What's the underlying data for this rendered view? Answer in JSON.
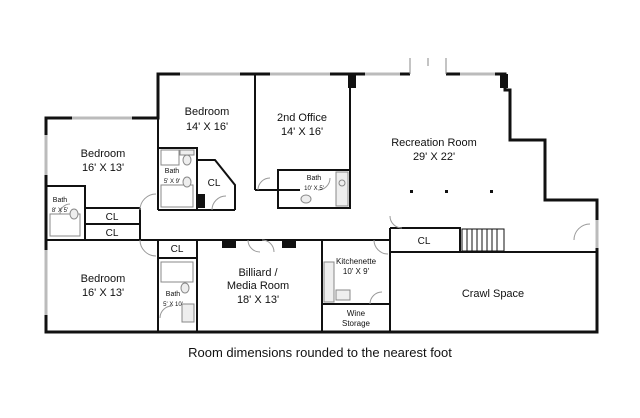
{
  "rooms": {
    "bedroom_top_left": {
      "name": "Bedroom",
      "dims": "16' X 13'"
    },
    "bedroom_upper": {
      "name": "Bedroom",
      "dims": "14' X 16'"
    },
    "second_office": {
      "name": "2nd Office",
      "dims": "14' X 16'"
    },
    "recreation_room": {
      "name": "Recreation Room",
      "dims": "29' X 22'"
    },
    "bedroom_bottom_left": {
      "name": "Bedroom",
      "dims": "16' X 13'"
    },
    "billiard_media": {
      "name1": "Billiard /",
      "name2": "Media Room",
      "dims": "18' X 13'"
    },
    "kitchenette": {
      "name": "Kitchenette",
      "dims": "10' X 9'"
    },
    "wine_storage": {
      "name1": "Wine",
      "name2": "Storage"
    },
    "crawl_space": {
      "name": "Crawl Space"
    },
    "bath_left": {
      "name": "Bath",
      "dims": "8' X 5'"
    },
    "bath_upper": {
      "name": "Bath",
      "dims": "5' X 9'"
    },
    "bath_office": {
      "name": "Bath",
      "dims": "10' X 5'"
    },
    "bath_lower": {
      "name": "Bath",
      "dims": "5' X 10'"
    }
  },
  "closets": {
    "cl_left_1": "CL",
    "cl_left_2": "CL",
    "cl_upper": "CL",
    "cl_center": "CL",
    "cl_right": "CL"
  },
  "caption": "Room dimensions rounded to the nearest foot"
}
